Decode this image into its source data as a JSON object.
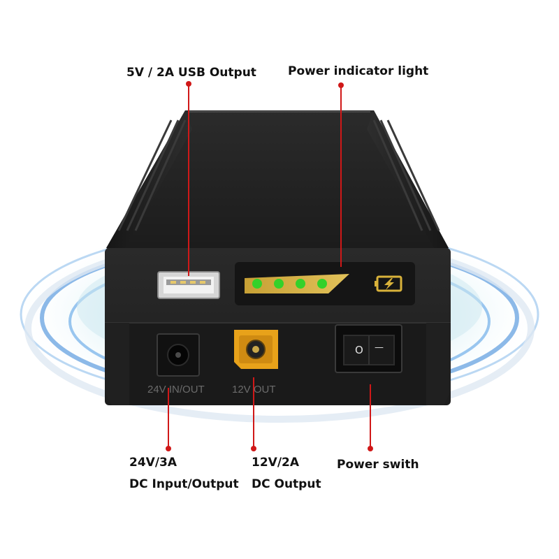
{
  "callouts": {
    "usb_output": "5V / 2A USB Output",
    "power_indicator": "Power indicator light",
    "dc_in_out_spec": "24V/3A",
    "dc_in_out_desc": "DC Input/Output",
    "dc_out_spec": "12V/2A",
    "dc_out_desc": "DC Output",
    "power_switch": "Power swith"
  },
  "device": {
    "port_24v_print": "24V IN/OUT",
    "port_12v_print": "12V OUT",
    "switch_off_glyph": "O",
    "switch_on_glyph": "—",
    "led_count": 4,
    "battery_icon": "battery-charging-icon"
  },
  "colors": {
    "callout_line": "#d01818",
    "body": "#242424",
    "led_green": "#34d12a",
    "led_bar": "#d9b23a",
    "xt_connector": "#e8a21a",
    "swirl": "#2f7fd6"
  }
}
